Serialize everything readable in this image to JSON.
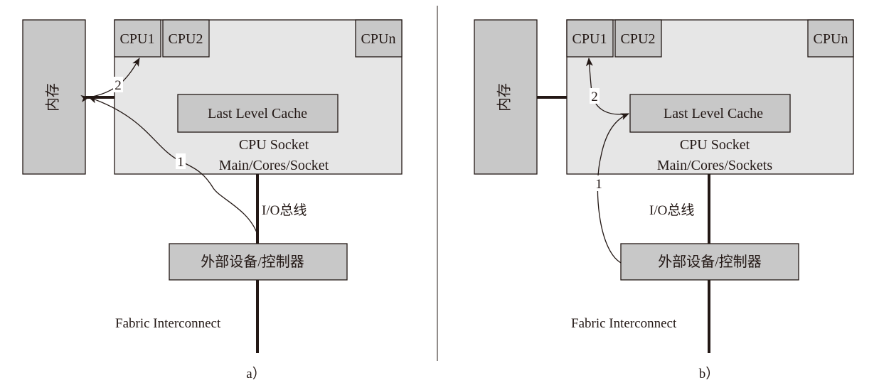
{
  "panels": [
    {
      "memory": "内存",
      "cpus": [
        "CPU1",
        "CPU2",
        "CPUn"
      ],
      "llc": "Last Level Cache",
      "socket_line1": "CPU Socket",
      "socket_line2": "Main/Cores/Socket",
      "bus": "I/O总线",
      "device": "外部设备/控制器",
      "fabric": "Fabric Interconnect",
      "step1": "1",
      "step2": "2",
      "caption": "a）"
    },
    {
      "memory": "内存",
      "cpus": [
        "CPU1",
        "CPU2",
        "CPUn"
      ],
      "llc": "Last Level Cache",
      "socket_line1": "CPU Socket",
      "socket_line2": "Main/Cores/Sockets",
      "bus": "I/O总线",
      "device": "外部设备/控制器",
      "fabric": "Fabric Interconnect",
      "step1": "1",
      "step2": "2",
      "caption": "b）"
    }
  ]
}
